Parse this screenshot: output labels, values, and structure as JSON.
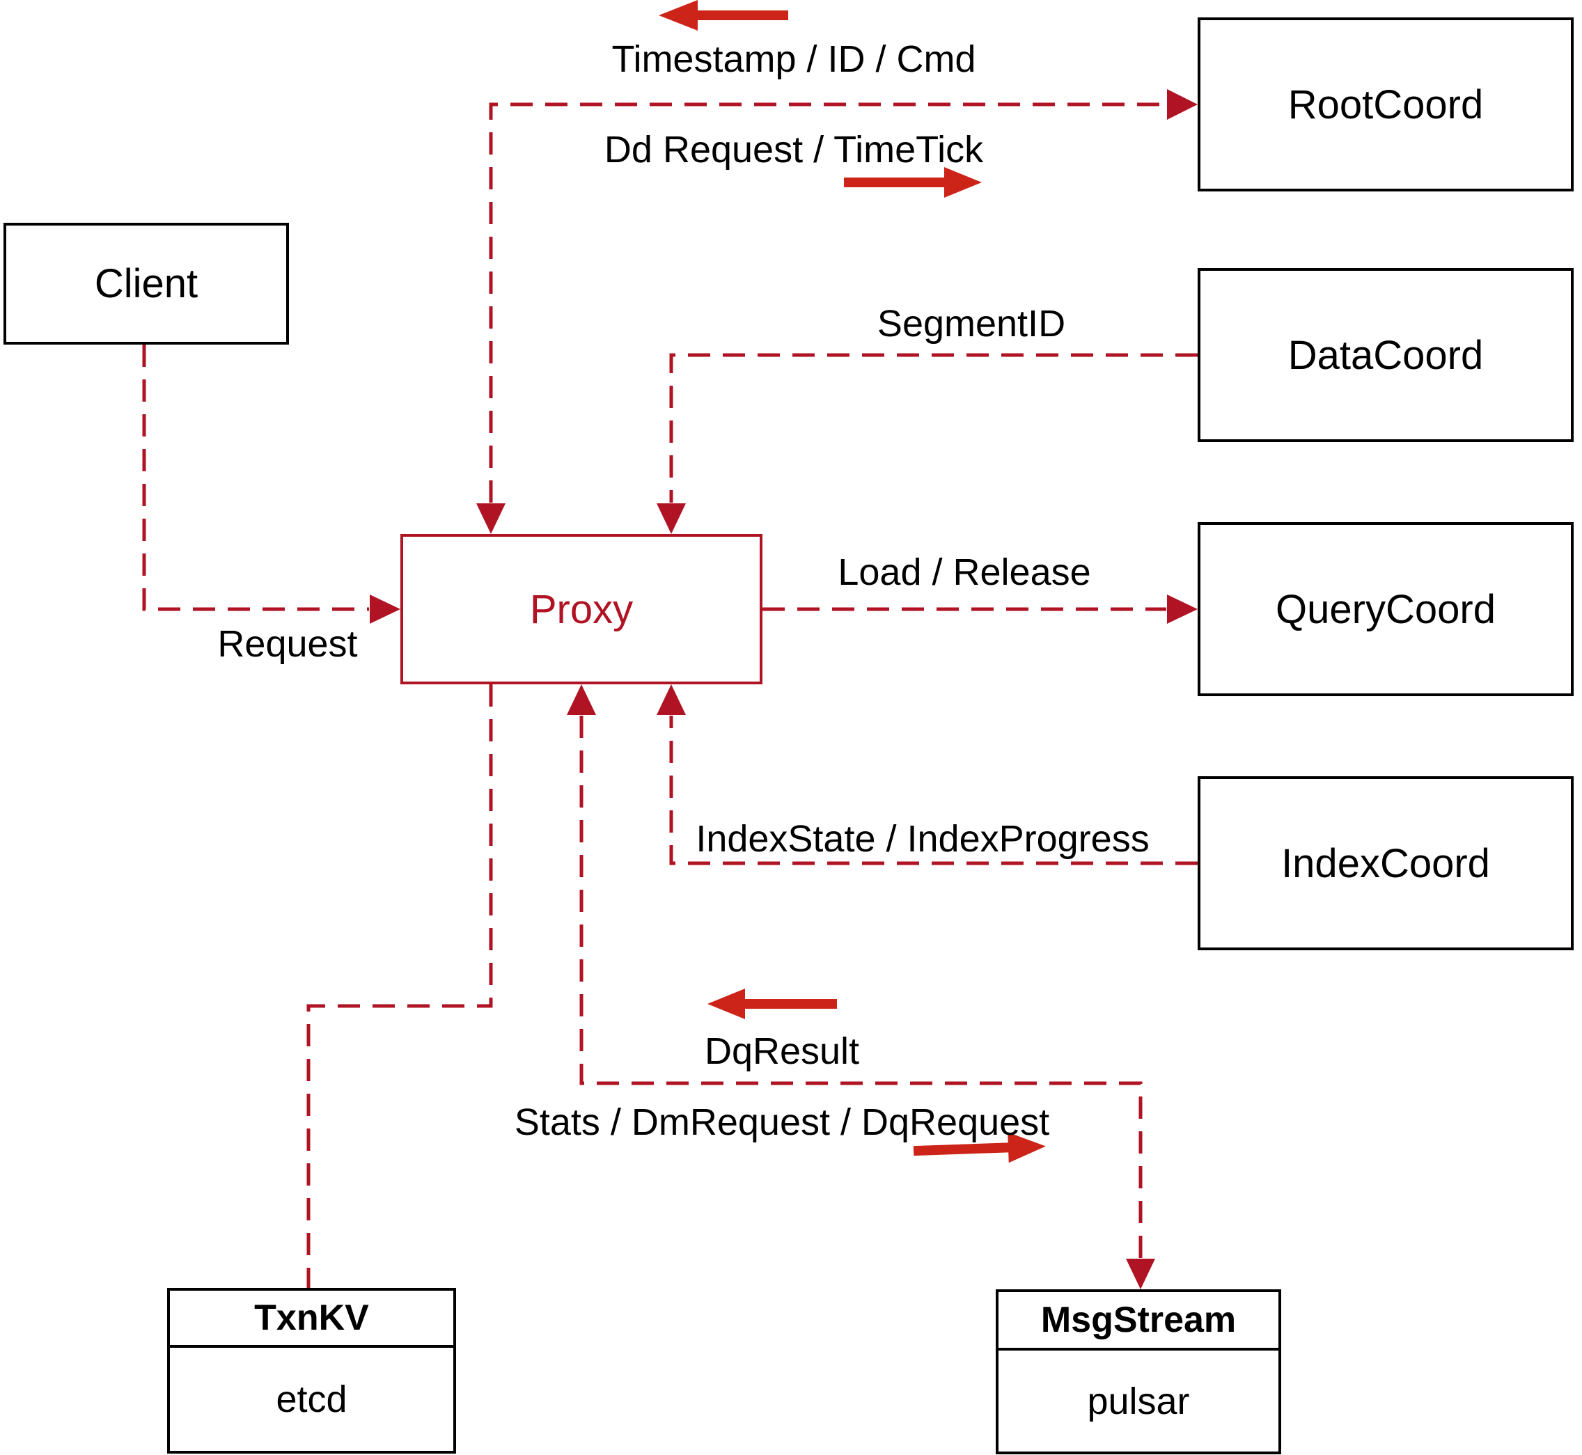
{
  "diagram": {
    "nodes": {
      "client": {
        "label": "Client"
      },
      "root_coord": {
        "label": "RootCoord"
      },
      "data_coord": {
        "label": "DataCoord"
      },
      "query_coord": {
        "label": "QueryCoord"
      },
      "index_coord": {
        "label": "IndexCoord"
      },
      "proxy": {
        "label": "Proxy"
      },
      "txn_kv": {
        "title": "TxnKV",
        "impl": "etcd"
      },
      "msg_stream": {
        "title": "MsgStream",
        "impl": "pulsar"
      }
    },
    "edge_labels": {
      "timestamp": "Timestamp / ID / Cmd",
      "dd_request": "Dd Request / TimeTick",
      "segment_id": "SegmentID",
      "load_release": "Load / Release",
      "request": "Request",
      "index_state": "IndexState / IndexProgress",
      "dq_result": "DqResult",
      "stats": "Stats / DmRequest / DqRequest"
    },
    "colors": {
      "edge": "#b01323",
      "arrow": "#cc2418",
      "node_border": "#000000",
      "text": "#000000",
      "proxy": "#b01323"
    }
  }
}
